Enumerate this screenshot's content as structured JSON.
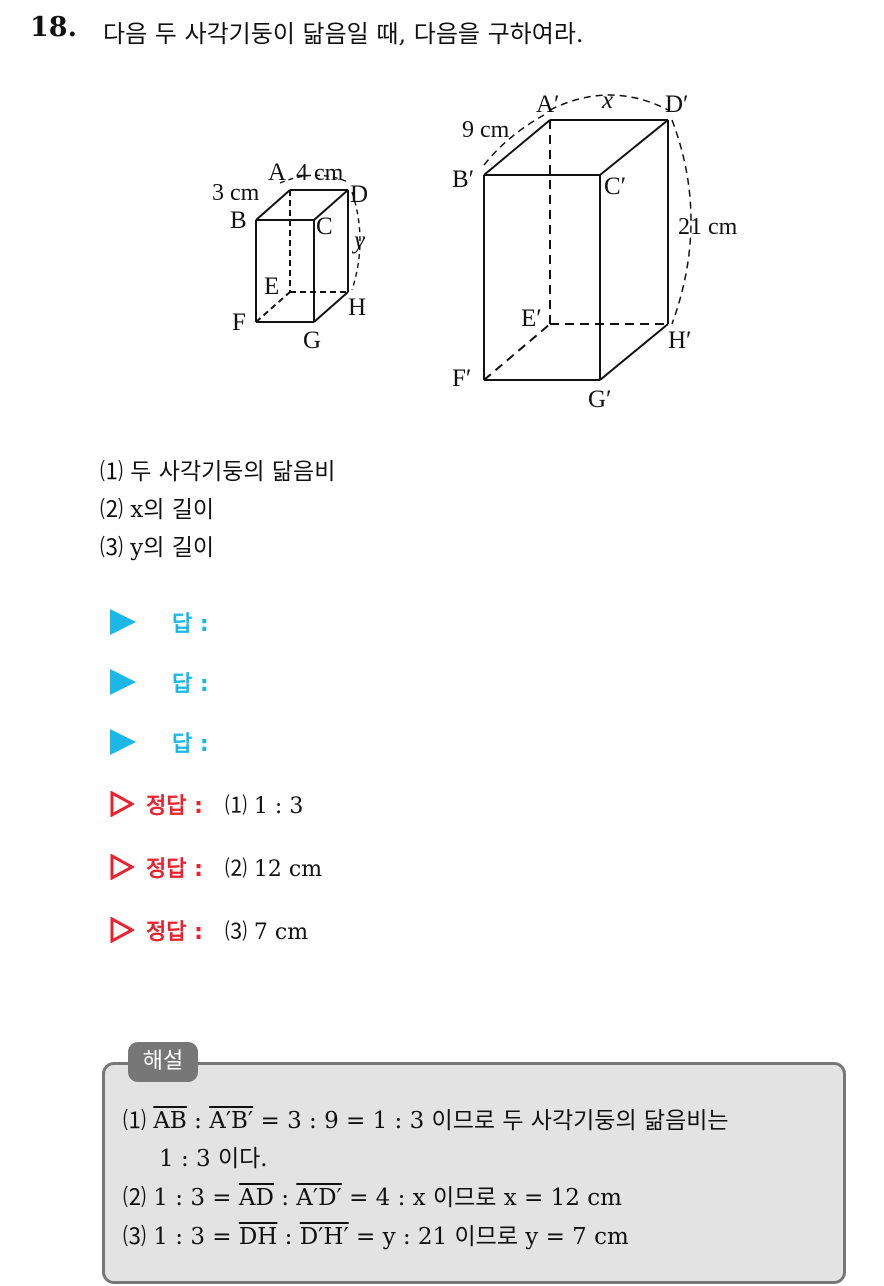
{
  "question": {
    "number": "18.",
    "text": "다음 두 사각기둥이 닮음일 때, 다음을 구하여라."
  },
  "figure": {
    "small": {
      "vertices": {
        "A": "A",
        "B": "B",
        "C": "C",
        "D": "D",
        "E": "E",
        "F": "F",
        "G": "G",
        "H": "H"
      },
      "label_ab": "3 cm",
      "label_ad": "4 cm",
      "label_dh": "y"
    },
    "large": {
      "vertices": {
        "A": "A′",
        "B": "B′",
        "C": "C′",
        "D": "D′",
        "E": "E′",
        "F": "F′",
        "G": "G′",
        "H": "H′"
      },
      "label_ab": "9 cm",
      "label_ad": "x",
      "label_dh": "21 cm"
    }
  },
  "subquestions": [
    "⑴ 두 사각기둥의 닮음비",
    "⑵ x의 길이",
    "⑶ y의 길이"
  ],
  "answer_label": "답 :",
  "correct_label": "정답 :",
  "correct_answers": [
    "⑴ 1 : 3",
    "⑵ 12 cm",
    "⑶ 7 cm"
  ],
  "solution": {
    "tag": "해설",
    "line1_prefix": "⑴ ",
    "line1_ab": "AB",
    "line1_sep": " : ",
    "line1_apbp": "A′B′",
    "line1_rest": " = 3 : 9 = 1 : 3 이므로 두 사각기둥의 닮음비는",
    "line1_cont": "1 : 3 이다.",
    "line2_prefix": "⑵ 1 : 3 = ",
    "line2_ad": "AD",
    "line2_sep": " : ",
    "line2_apdp": "A′D′",
    "line2_rest": " = 4 : x 이므로 x = 12 cm",
    "line3_prefix": "⑶ 1 : 3 = ",
    "line3_dh": "DH",
    "line3_sep": " : ",
    "line3_dphp": "D′H′",
    "line3_rest": " = y : 21 이므로 y = 7 cm"
  },
  "colors": {
    "answer_marker": "#1ab8e6",
    "correct_marker": "#e8222e",
    "solution_bg": "#e3e3e3",
    "solution_border": "#777777"
  }
}
